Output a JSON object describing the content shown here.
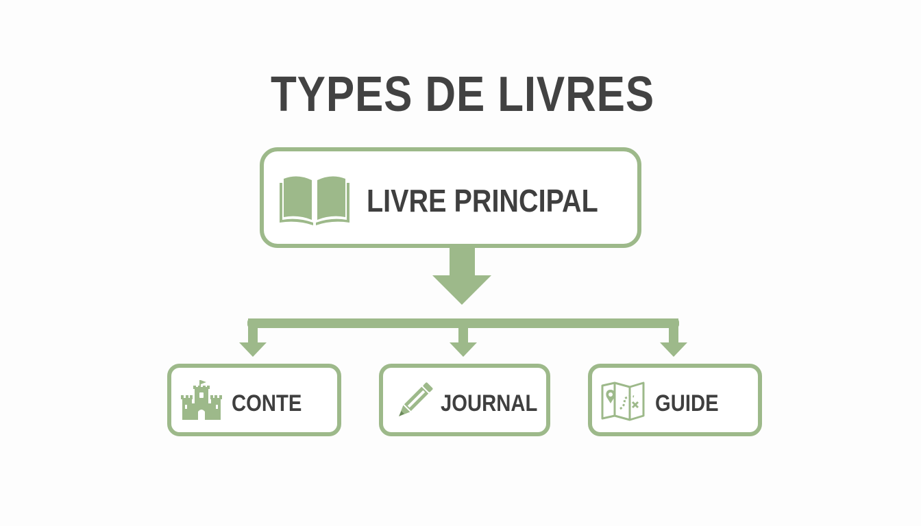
{
  "title": "TYPES DE LIVRES",
  "colors": {
    "accent": "#9db98a",
    "text": "#424242",
    "background": "#fdfdfd"
  },
  "main_node": {
    "label": "LIVRE PRINCIPAL",
    "icon": "open-book-icon"
  },
  "children": [
    {
      "label": "CONTE",
      "icon": "castle-icon"
    },
    {
      "label": "JOURNAL",
      "icon": "pencil-icon"
    },
    {
      "label": "GUIDE",
      "icon": "map-icon"
    }
  ]
}
